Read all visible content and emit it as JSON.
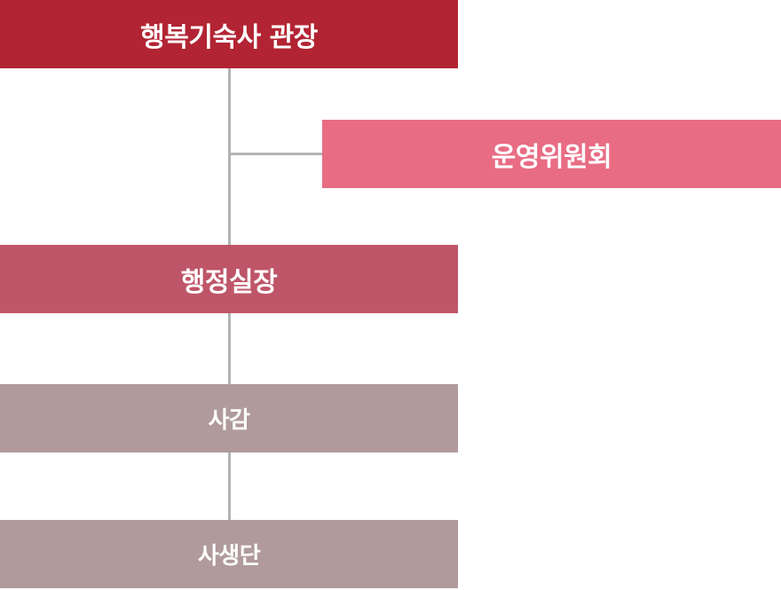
{
  "org_chart": {
    "director": {
      "label": "행복기숙사 관장",
      "color": "#b22433"
    },
    "committee": {
      "label": "운영위원회",
      "color": "#e86c84"
    },
    "admin_office": {
      "label": "행정실장",
      "color": "#be5568"
    },
    "supervisor": {
      "label": "사감",
      "color": "#b09a9b"
    },
    "student_group": {
      "label": "사생단",
      "color": "#b09a9b"
    },
    "connector_color": "#b3b3b3"
  }
}
